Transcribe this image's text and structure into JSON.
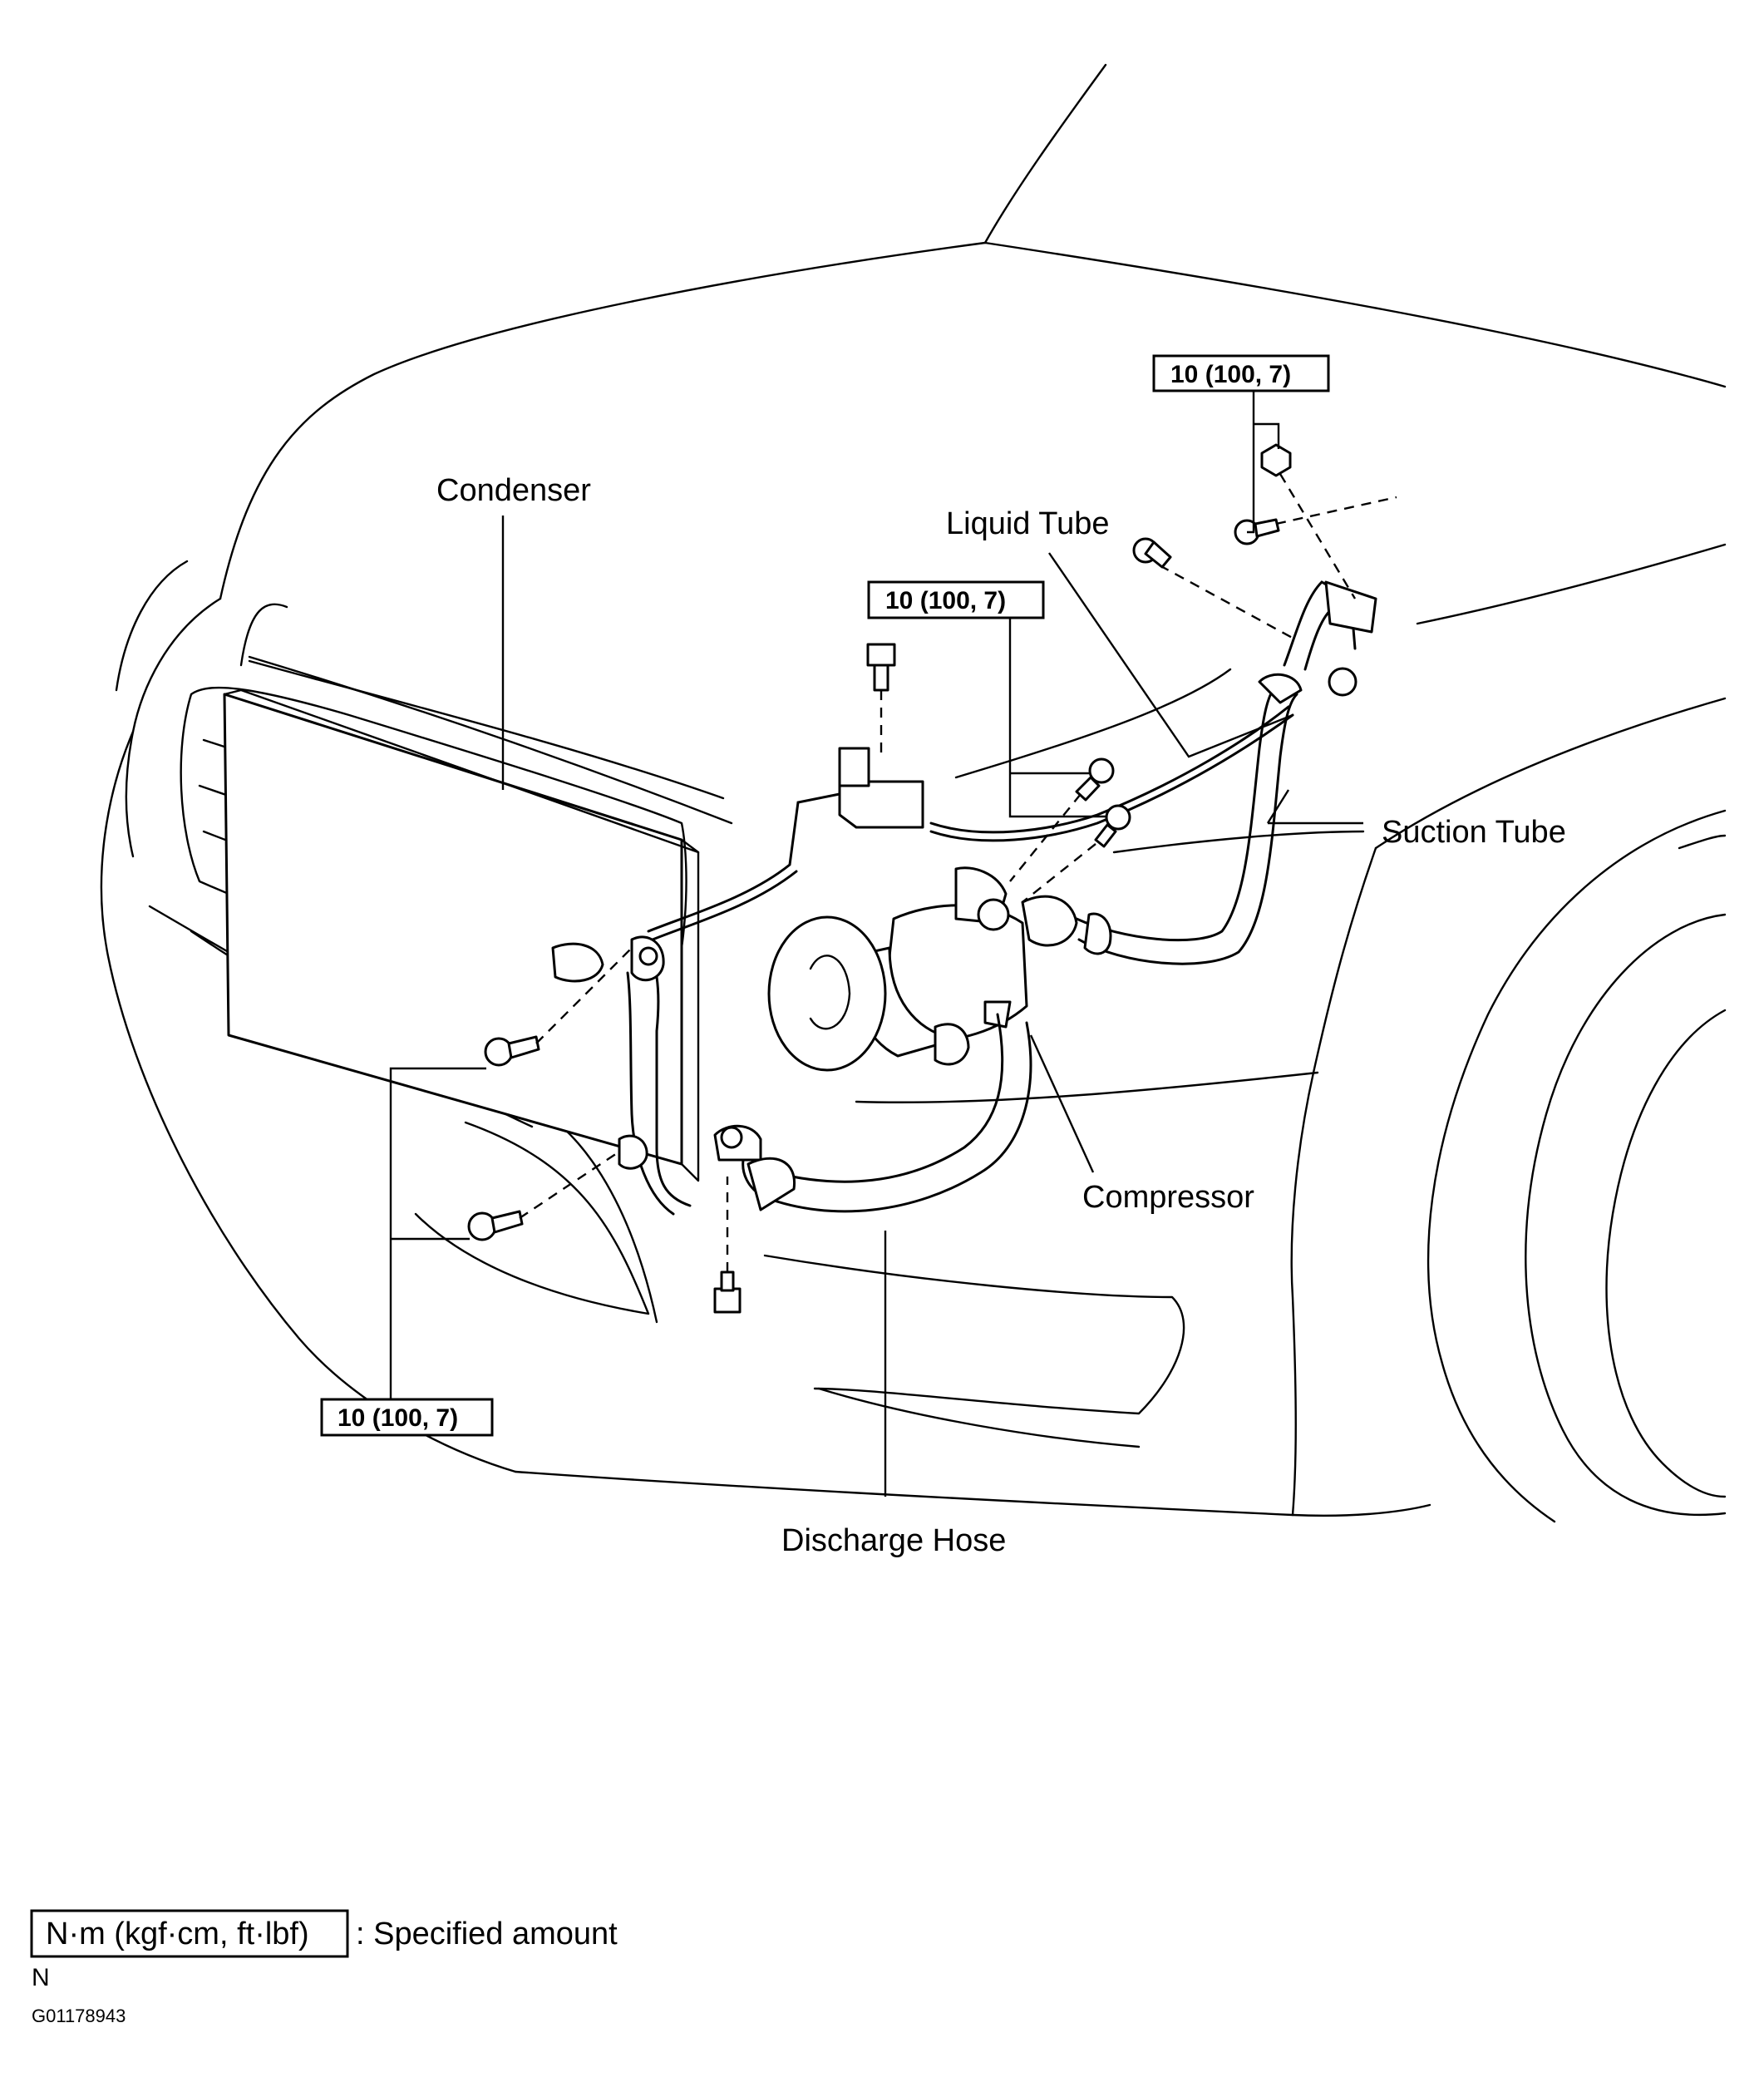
{
  "labels": {
    "condenser": "Condenser",
    "liquid_tube": "Liquid Tube",
    "suction_tube": "Suction Tube",
    "compressor": "Compressor",
    "discharge_hose": "Discharge Hose"
  },
  "torque_specs": {
    "top_right": "10 (100, 7)",
    "middle": "10 (100, 7)",
    "bottom_left": "10 (100, 7)"
  },
  "legend": {
    "unit": "N·m (kgf·cm, ft·lbf)",
    "description": ": Specified amount"
  },
  "footer": {
    "mark": "N",
    "code": "G01178943"
  }
}
